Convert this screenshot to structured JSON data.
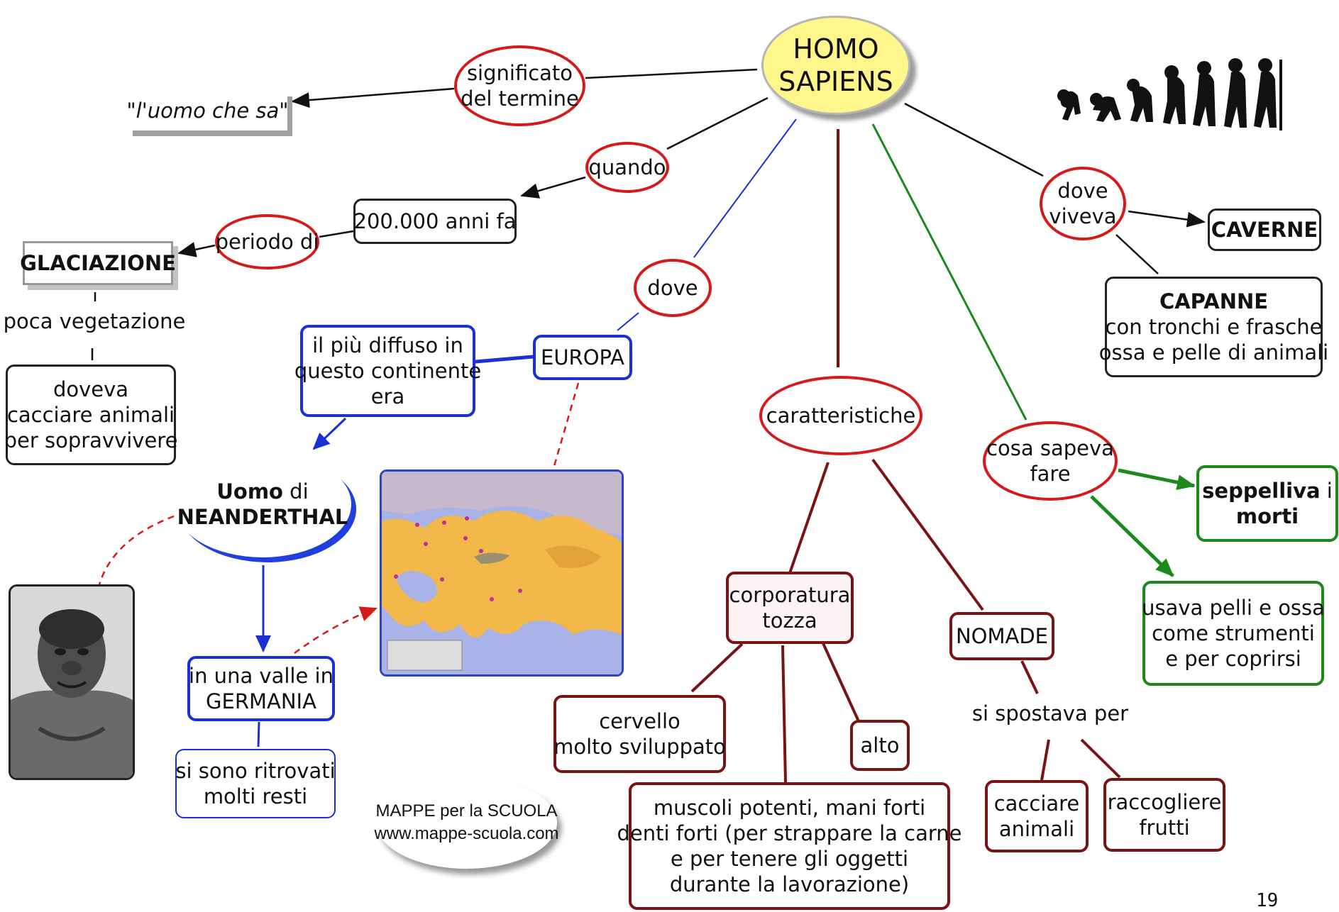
{
  "nodes": {
    "homo_sapiens": [
      "HOMO",
      "SAPIENS"
    ],
    "significato": [
      "significato",
      "del termine"
    ],
    "uomo_che_sa": "\"l'uomo che sa\"",
    "quando": "quando",
    "anni_fa": "200.000 anni fa",
    "periodo_di": "periodo di",
    "glaciazione": "GLACIAZIONE",
    "poca_vegetazione": "poca vegetazione",
    "doveva_cacciare": [
      "doveva",
      "cacciare animali",
      "per sopravvivere"
    ],
    "dove": "dove",
    "europa": "EUROPA",
    "piu_diffuso": [
      "il più diffuso in",
      "questo continente",
      "era"
    ],
    "uomo_di_bold": "Uomo",
    "uomo_di_rest": " di",
    "neanderthal": "NEANDERTHAL",
    "valle": [
      "in una valle in",
      "GERMANIA"
    ],
    "ritrovati": [
      "si sono ritrovati",
      "molti resti"
    ],
    "mappe": [
      "MAPPE per la SCUOLA",
      "www.mappe-scuola.com"
    ],
    "caratteristiche": "caratteristiche",
    "corporatura": [
      "corporatura",
      "tozza"
    ],
    "cervello": [
      "cervello",
      "molto sviluppato"
    ],
    "alto": "alto",
    "muscoli": [
      "muscoli potenti, mani forti",
      "denti forti (per strappare la carne",
      "e per tenere gli oggetti",
      "durante la lavorazione)"
    ],
    "nomade": "NOMADE",
    "si_spostava": "si spostava per",
    "cacciare_animali": [
      "cacciare",
      "animali"
    ],
    "raccogliere": [
      "raccogliere",
      "frutti"
    ],
    "dove_viveva": [
      "dove",
      "viveva"
    ],
    "caverne": "CAVERNE",
    "capanne_title": "CAPANNE",
    "capanne_desc": [
      "con tronchi e frasche",
      "ossa e pelle di animali"
    ],
    "cosa_sapeva": [
      "cosa sapeva",
      "fare"
    ],
    "seppelliva_bold": "seppelliva",
    "seppelliva_rest": " i",
    "morti": "morti",
    "usava": [
      "usava pelli e ossa",
      "come strumenti",
      "e per coprirsi"
    ]
  },
  "page_number": "19",
  "colors": {
    "red": "#d61a1a",
    "blue": "#1a2fd6",
    "maroon": "#7a1414",
    "green": "#1b8a1b",
    "yellow": "#fff68c"
  },
  "images": {
    "map": "map-of-europe-neanderthal-sites",
    "face": "neanderthal-face-photo",
    "evolution": "human-evolution-silhouettes"
  }
}
